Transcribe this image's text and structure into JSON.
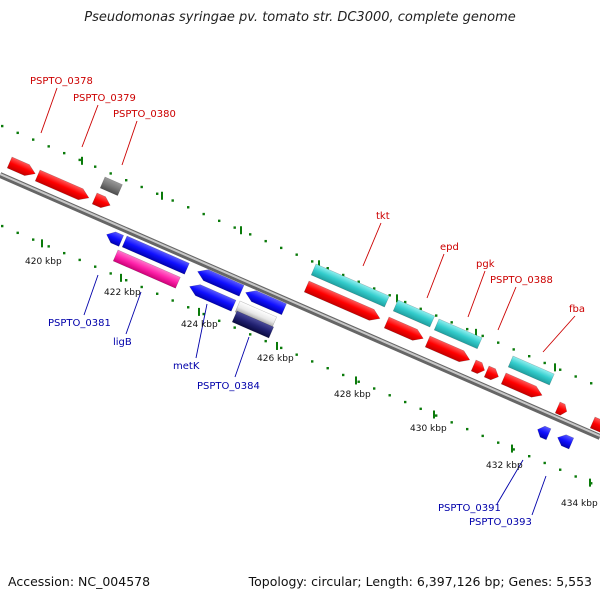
{
  "title": "Pseudomonas syringae pv. tomato str. DC3000, complete genome",
  "footer": {
    "accession": "Accession: NC_004578",
    "summary": "Topology: circular; Length: 6,397,126 bp; Genes: 5,553"
  },
  "colors": {
    "forward_label": "#cc0000",
    "reverse_label": "#0000aa",
    "tick": "#0a7a0a",
    "backbone": "#8c8c8c"
  },
  "kbp_labels": [
    "420 kbp",
    "422 kbp",
    "424 kbp",
    "426 kbp",
    "428 kbp",
    "430 kbp",
    "432 kbp",
    "434 kbp"
  ],
  "top_labels": [
    "PSPTO_0378",
    "PSPTO_0379",
    "PSPTO_0380",
    "tkt",
    "epd",
    "pgk",
    "PSPTO_0388",
    "fba"
  ],
  "bottom_labels": [
    "PSPTO_0381",
    "ligB",
    "metK",
    "PSPTO_0384",
    "PSPTO_0391",
    "PSPTO_0393"
  ]
}
